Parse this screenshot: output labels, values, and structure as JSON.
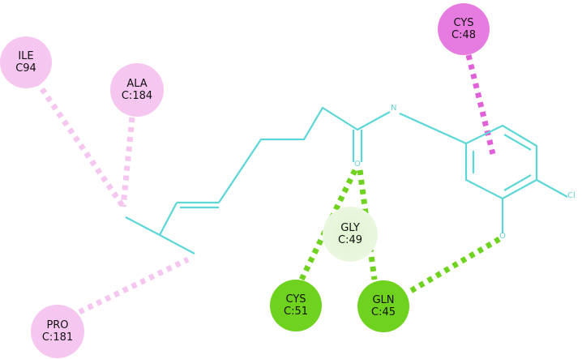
{
  "residues": [
    {
      "name": "ILE",
      "chain_id": "C94",
      "kind": "hydrophobic"
    },
    {
      "name": "ALA",
      "chain_id": "C:184",
      "kind": "hydrophobic"
    },
    {
      "name": "PRO",
      "chain_id": "C:181",
      "kind": "hydrophobic"
    },
    {
      "name": "CYS",
      "chain_id": "C:48",
      "kind": "pi"
    },
    {
      "name": "GLY",
      "chain_id": "C:49",
      "kind": "vdw"
    },
    {
      "name": "CYS",
      "chain_id": "C:51",
      "kind": "hbond"
    },
    {
      "name": "GLN",
      "chain_id": "C:45",
      "kind": "hbond"
    }
  ],
  "atoms": {
    "n": "N",
    "o1": "O",
    "o2": "O",
    "cl": "Cl"
  },
  "colors": {
    "bond": "#5cd6d6",
    "hydrophobic": "#f5c6f0",
    "pi": "#e060d8",
    "hbond": "#6ed21e",
    "vdw": "#e2f4d2"
  }
}
